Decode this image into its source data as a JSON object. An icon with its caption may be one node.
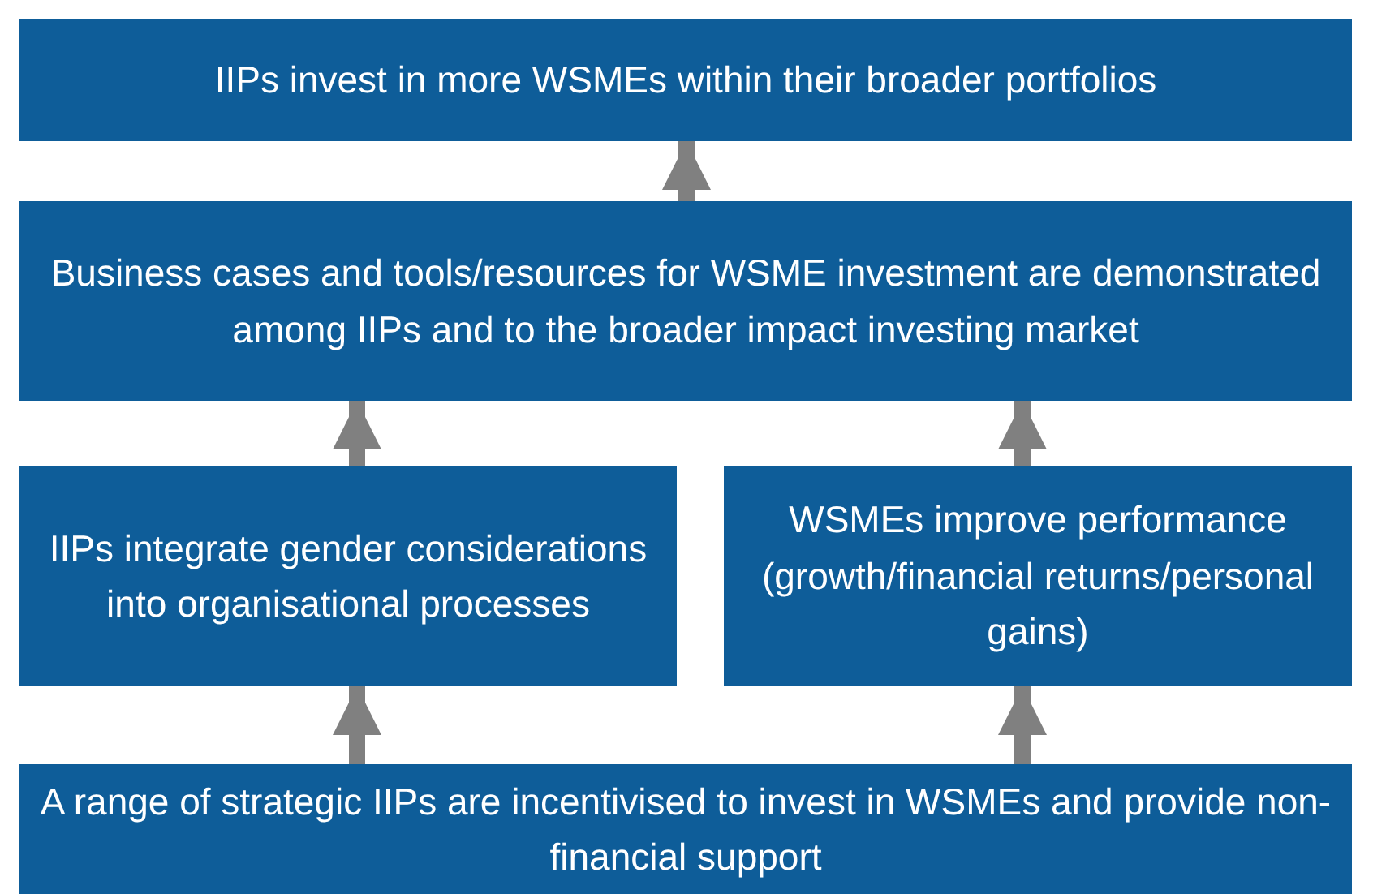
{
  "diagram": {
    "nodes": [
      {
        "text": [
          "IIPs invest in more WSMEs within their broader portfolios"
        ]
      },
      {
        "text": [
          "Business cases and tools/resources for WSME investment are demonstrated among IIPs and to the broader impact investing market"
        ]
      },
      {
        "text": [
          "IIPs integrate gender considerations into organisational processes"
        ]
      },
      {
        "text": [
          "WSMEs improve  performance (growth/financial returns/personal gains)"
        ]
      },
      {
        "text": [
          "A range of strategic IIPs are incentivised to invest in WSMEs and provide non-financial support"
        ]
      }
    ],
    "edges": [
      {
        "from": 1,
        "to": 0,
        "arrow": "to"
      },
      {
        "from": 2,
        "to": 1,
        "arrow": "to"
      },
      {
        "from": 3,
        "to": 1,
        "arrow": "to"
      },
      {
        "from": 4,
        "to": 2,
        "arrow": "to"
      },
      {
        "from": 4,
        "to": 3,
        "arrow": "to"
      }
    ]
  }
}
